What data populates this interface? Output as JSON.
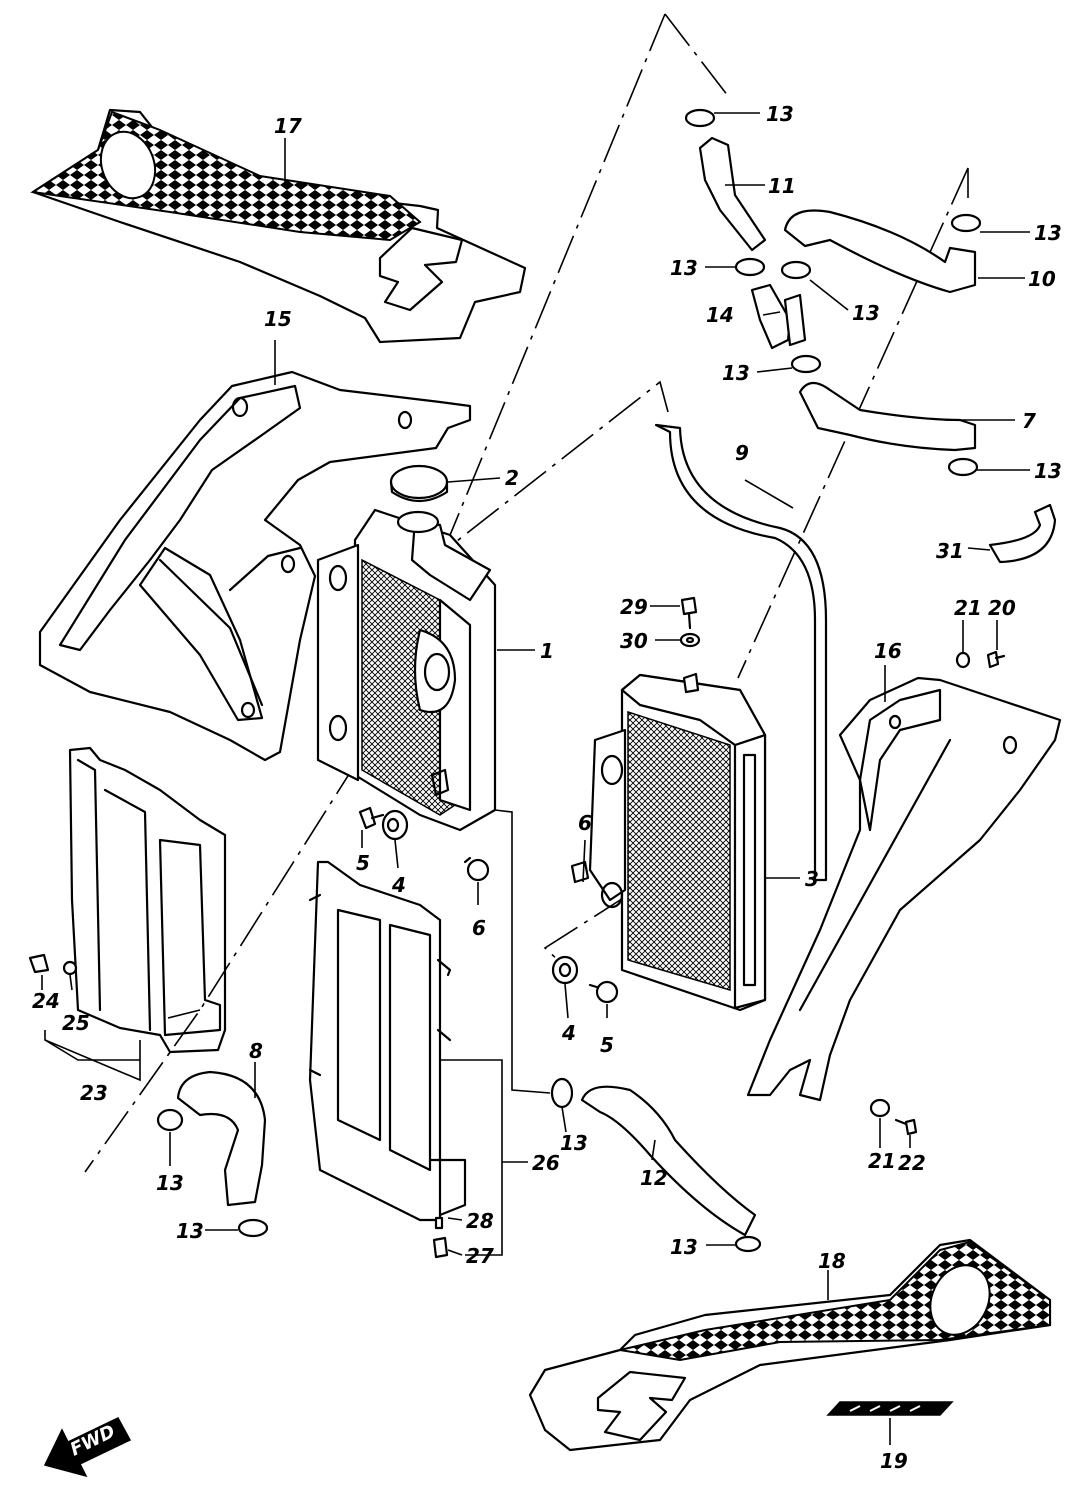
{
  "callouts": {
    "c1": "1",
    "c2": "2",
    "c3": "3",
    "c4a": "4",
    "c4b": "4",
    "c5a": "5",
    "c5b": "5",
    "c6a": "6",
    "c6b": "6",
    "c7": "7",
    "c8": "8",
    "c9": "9",
    "c10": "10",
    "c11": "11",
    "c12": "12",
    "c13a": "13",
    "c13b": "13",
    "c13c": "13",
    "c13d": "13",
    "c13e": "13",
    "c13f": "13",
    "c13g": "13",
    "c13h": "13",
    "c13i": "13",
    "c13j": "13",
    "c14": "14",
    "c15": "15",
    "c16": "16",
    "c17": "17",
    "c18": "18",
    "c19": "19",
    "c20": "20",
    "c21a": "21",
    "c21b": "21",
    "c22": "22",
    "c23": "23",
    "c24": "24",
    "c25": "25",
    "c26": "26",
    "c27": "27",
    "c28": "28",
    "c29": "29",
    "c30": "30",
    "c31": "31"
  },
  "fwd_label": "FWD",
  "icons": {
    "direction": "fwd-arrow-icon"
  }
}
